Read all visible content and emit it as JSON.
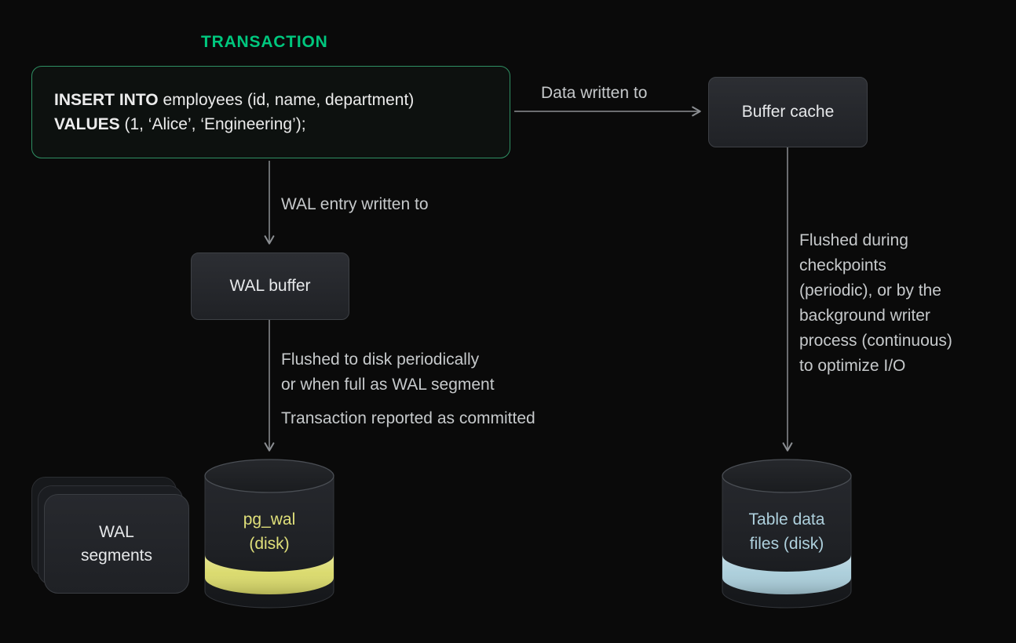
{
  "title": "TRANSACTION",
  "sql": {
    "l1_keyword": "INSERT INTO",
    "l1_rest": " employees (id, name, department)",
    "l2_keyword": "VALUES",
    "l2_rest": " (1, ‘Alice’, ‘Engineering’);"
  },
  "labels": {
    "data_written_to": "Data written to",
    "wal_entry_written_to": "WAL entry written to",
    "flushed_wal_line1": "Flushed to disk periodically",
    "flushed_wal_line2": "or when full as WAL segment",
    "committed": "Transaction reported as committed",
    "checkpoint_lines": [
      "Flushed during",
      "checkpoints",
      "(periodic), or by the",
      "background writer",
      "process (continuous)",
      "to optimize I/O"
    ]
  },
  "nodes": {
    "buffer_cache": {
      "label": "Buffer cache"
    },
    "wal_buffer": {
      "label": "WAL buffer"
    },
    "wal_segments": {
      "line1": "WAL",
      "line2": "segments"
    },
    "pg_wal": {
      "line1": "pg_wal",
      "line2": "(disk)",
      "accent": "#d9d968"
    },
    "table_data": {
      "line1": "Table data",
      "line2": "files (disk)",
      "accent": "#a9cdda"
    }
  },
  "colors": {
    "background": "#0a0a0a",
    "accent_green": "#00c77e",
    "sql_border_green": "#2f8f63",
    "box_border": "#3e4146",
    "arrow": "#8b8e92",
    "label_text": "#c6c9cb",
    "node_text": "#e6e8ea",
    "pg_wal_band": "#d9d968",
    "table_data_band": "#a9cdda"
  }
}
